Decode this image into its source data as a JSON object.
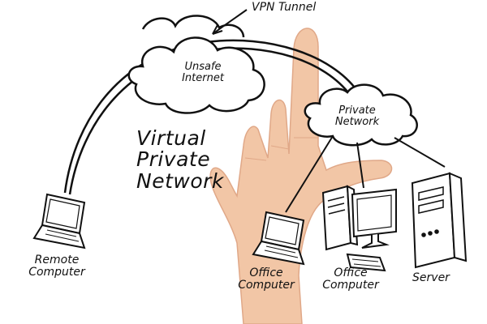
{
  "diagram": {
    "vpn_tunnel": "VPN Tunnel",
    "unsafe_internet": [
      "Unsafe",
      "Internet"
    ],
    "private_network": [
      "Private",
      "Network"
    ],
    "title": [
      "Virtual",
      "Private",
      "Network"
    ],
    "remote_computer": [
      "Remote",
      "Computer"
    ],
    "office_computer_1": [
      "Office",
      "Computer"
    ],
    "office_computer_2": [
      "Office",
      "Computer"
    ],
    "server": "Server"
  },
  "colors": {
    "ink": "#111111",
    "skin": "#f2c6a6",
    "skin_shadow": "#e0a888",
    "background": "#ffffff"
  },
  "icons": [
    "cloud-icon",
    "laptop-icon",
    "desktop-computer-icon",
    "server-icon",
    "hand-image"
  ]
}
